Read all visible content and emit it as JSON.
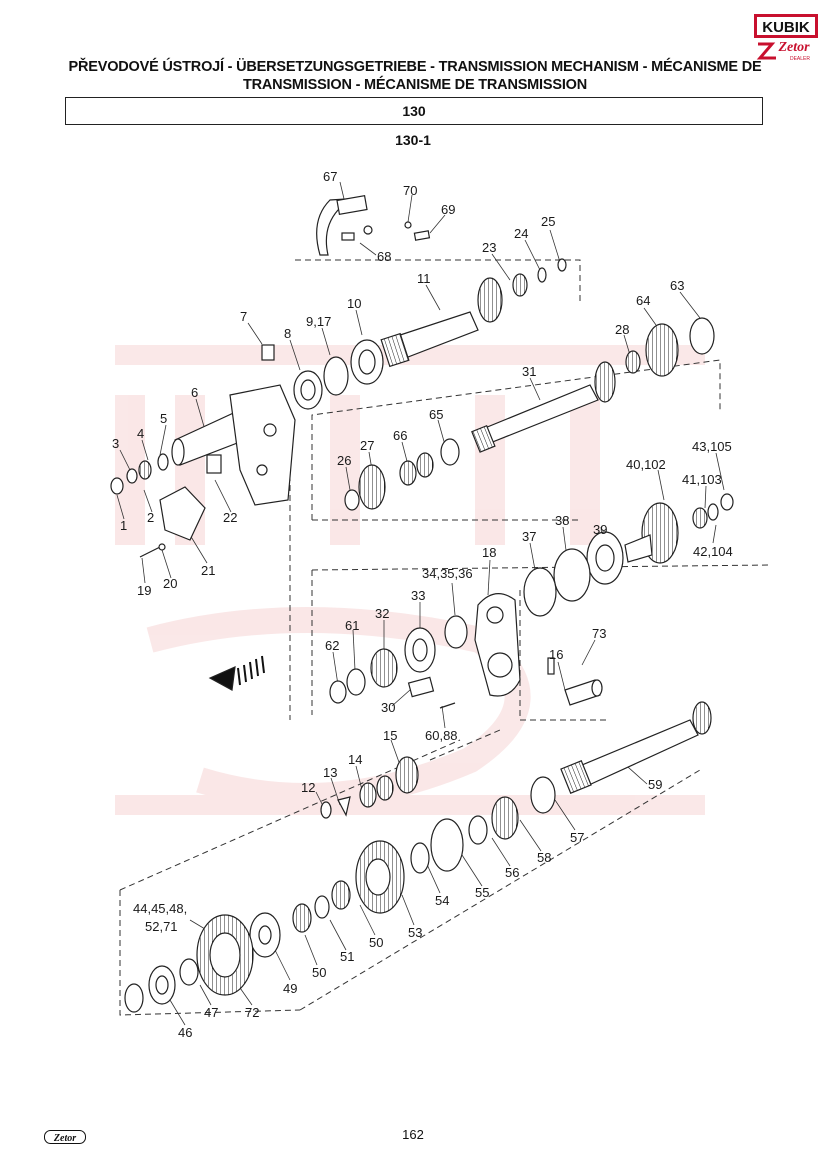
{
  "header": {
    "title": "PŘEVODOVÉ ÚSTROJÍ - ÜBERSETZUNGSGETRIEBE - TRANSMISSION MECHANISM - MÉCANISME DE TRANSMISSION - MÉCANISME DE TRANSMISSION",
    "section": "130",
    "subsection": "130-1"
  },
  "logo": {
    "brand": "KUBIK",
    "sub": "Zetor",
    "dealer": "DEALER"
  },
  "footer": {
    "page": "162",
    "logo_text": "Zetor"
  },
  "colors": {
    "logo_red": "#c8102e",
    "line": "#222222",
    "watermark": "#f6d5d5"
  },
  "labels": [
    {
      "id": "l67",
      "text": "67"
    },
    {
      "id": "l70",
      "text": "70"
    },
    {
      "id": "l69",
      "text": "69"
    },
    {
      "id": "l68",
      "text": "68"
    },
    {
      "id": "l23",
      "text": "23"
    },
    {
      "id": "l24",
      "text": "24"
    },
    {
      "id": "l25",
      "text": "25"
    },
    {
      "id": "l11",
      "text": "11"
    },
    {
      "id": "l64",
      "text": "64"
    },
    {
      "id": "l63",
      "text": "63"
    },
    {
      "id": "l7",
      "text": "7"
    },
    {
      "id": "l8",
      "text": "8"
    },
    {
      "id": "l917",
      "text": "9,17"
    },
    {
      "id": "l10",
      "text": "10"
    },
    {
      "id": "l28",
      "text": "28"
    },
    {
      "id": "l31",
      "text": "31"
    },
    {
      "id": "l6",
      "text": "6"
    },
    {
      "id": "l5",
      "text": "5"
    },
    {
      "id": "l4",
      "text": "4"
    },
    {
      "id": "l3",
      "text": "3"
    },
    {
      "id": "l65",
      "text": "65"
    },
    {
      "id": "l66",
      "text": "66"
    },
    {
      "id": "l27",
      "text": "27"
    },
    {
      "id": "l26",
      "text": "26"
    },
    {
      "id": "l43105",
      "text": "43,105"
    },
    {
      "id": "l40102",
      "text": "40,102"
    },
    {
      "id": "l41103",
      "text": "41,103"
    },
    {
      "id": "l1",
      "text": "1"
    },
    {
      "id": "l2",
      "text": "2"
    },
    {
      "id": "l22",
      "text": "22"
    },
    {
      "id": "l39",
      "text": "39"
    },
    {
      "id": "l42104",
      "text": "42,104"
    },
    {
      "id": "l38",
      "text": "38"
    },
    {
      "id": "l37",
      "text": "37"
    },
    {
      "id": "l21",
      "text": "21"
    },
    {
      "id": "l19",
      "text": "19"
    },
    {
      "id": "l20",
      "text": "20"
    },
    {
      "id": "l18",
      "text": "18"
    },
    {
      "id": "l343536",
      "text": "34,35,36"
    },
    {
      "id": "l33",
      "text": "33"
    },
    {
      "id": "l32",
      "text": "32"
    },
    {
      "id": "l61",
      "text": "61"
    },
    {
      "id": "l62",
      "text": "62"
    },
    {
      "id": "l73",
      "text": "73"
    },
    {
      "id": "l16",
      "text": "16"
    },
    {
      "id": "l30",
      "text": "30"
    },
    {
      "id": "l6088",
      "text": "60,88"
    },
    {
      "id": "l15",
      "text": "15"
    },
    {
      "id": "l14",
      "text": "14"
    },
    {
      "id": "l13",
      "text": "13"
    },
    {
      "id": "l12",
      "text": "12"
    },
    {
      "id": "l59",
      "text": "59"
    },
    {
      "id": "l57",
      "text": "57"
    },
    {
      "id": "l58",
      "text": "58"
    },
    {
      "id": "l56",
      "text": "56"
    },
    {
      "id": "l55",
      "text": "55"
    },
    {
      "id": "l54",
      "text": "54"
    },
    {
      "id": "l53",
      "text": "53"
    },
    {
      "id": "l50a",
      "text": "50"
    },
    {
      "id": "l51",
      "text": "51"
    },
    {
      "id": "l50b",
      "text": "50"
    },
    {
      "id": "l49",
      "text": "49"
    },
    {
      "id": "l4448a",
      "text": "44,45,48,"
    },
    {
      "id": "l4448b",
      "text": "52,71"
    },
    {
      "id": "l72",
      "text": "72"
    },
    {
      "id": "l47",
      "text": "47"
    },
    {
      "id": "l46",
      "text": "46"
    }
  ]
}
